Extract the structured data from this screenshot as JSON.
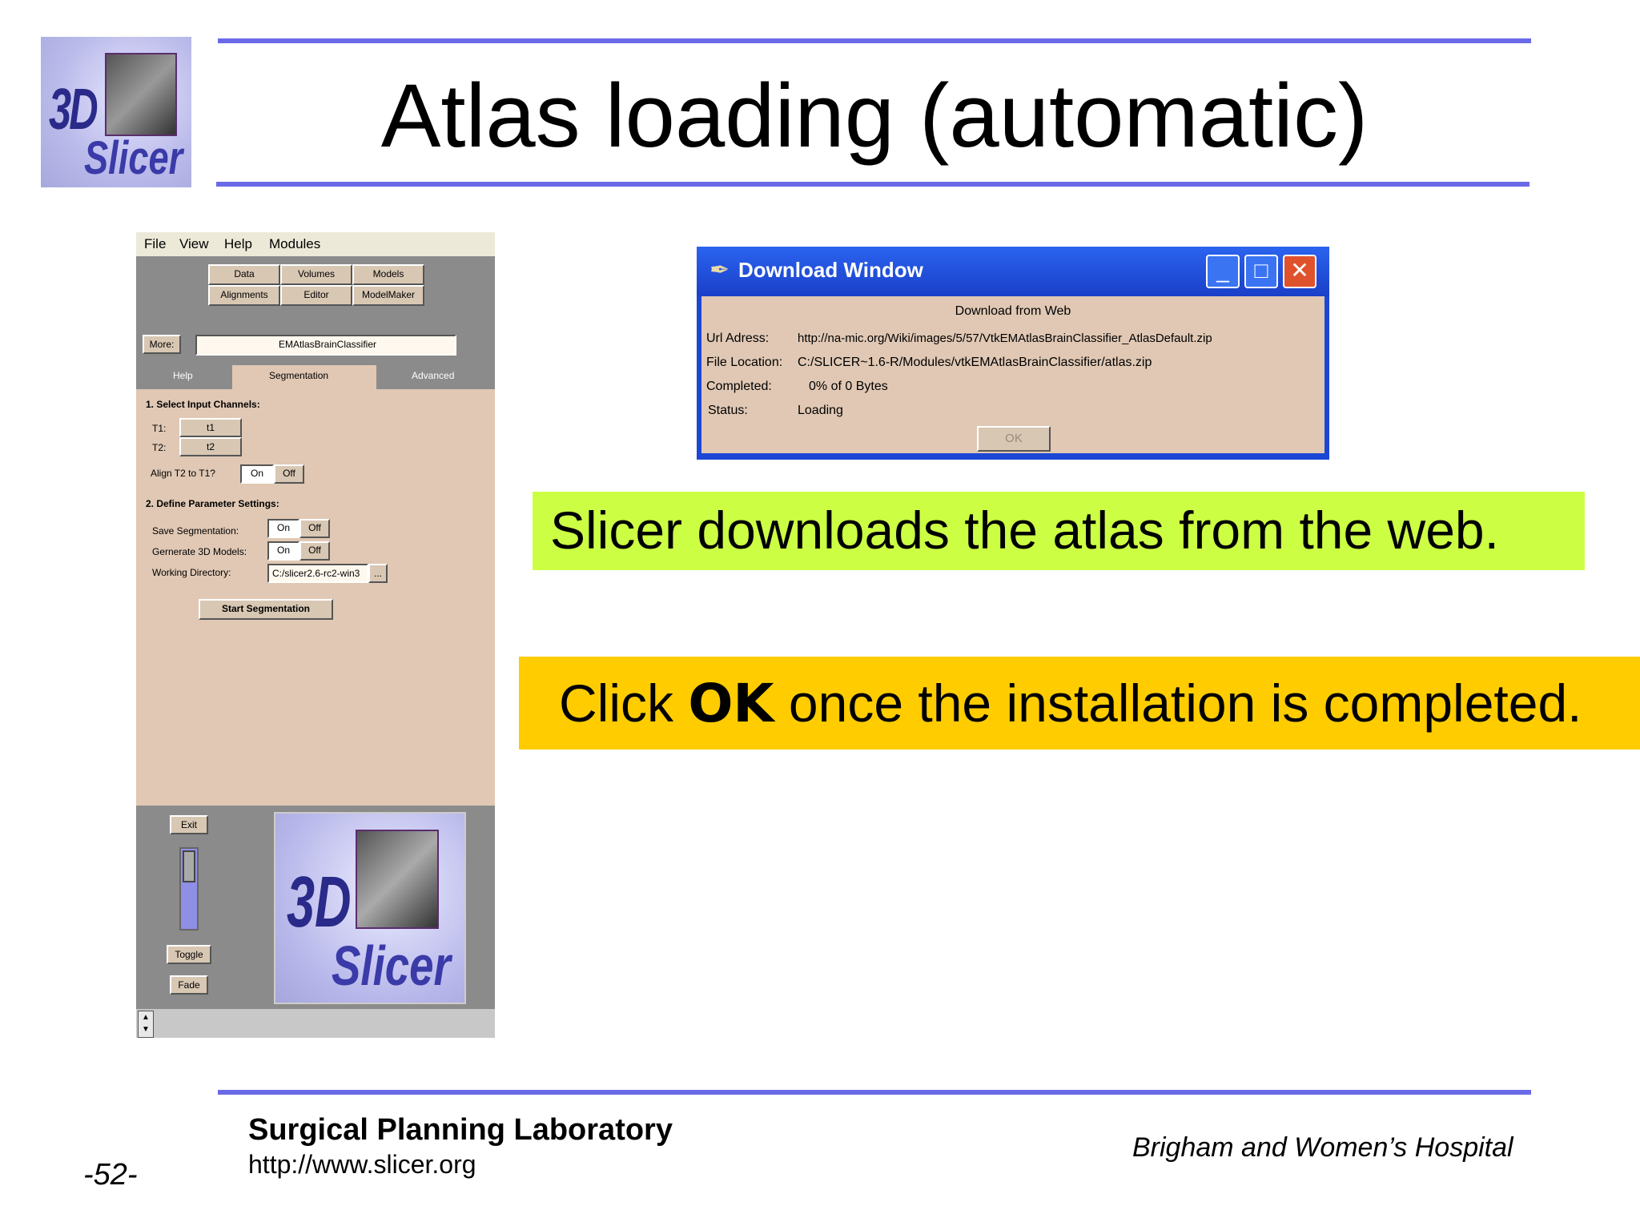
{
  "slide": {
    "title": "Atlas loading (automatic)",
    "page_number": "-52-",
    "logo": {
      "line1": "3D",
      "line2": "Slicer"
    },
    "colors": {
      "rule": "#6a6ae8",
      "green_callout": "#ccff44",
      "yellow_callout": "#ffcc00"
    }
  },
  "slicer": {
    "menu": [
      "File",
      "View",
      "Help",
      "Modules"
    ],
    "modules": [
      "Data",
      "Volumes",
      "Models",
      "Alignments",
      "Editor",
      "ModelMaker"
    ],
    "more_label": "More:",
    "module_field": "EMAtlasBrainClassifier",
    "tabs": [
      "Help",
      "Segmentation",
      "Advanced"
    ],
    "section1": "1. Select Input Channels:",
    "t1_label": "T1:",
    "t1_value": "t1",
    "t2_label": "T2:",
    "t2_value": "t2",
    "align_label": "Align T2 to T1?",
    "on": "On",
    "off": "Off",
    "section2": "2. Define Parameter Settings:",
    "save_seg_label": "Save Segmentation:",
    "gen3d_label": "Gernerate 3D Models:",
    "workdir_label": "Working Directory:",
    "workdir_value": "C:/slicer2.6-rc2-win3",
    "browse_label": "...",
    "start_button": "Start Segmentation",
    "exit_button": "Exit",
    "toggle_button": "Toggle",
    "fade_button": "Fade",
    "viewer_logo": {
      "line1": "3D",
      "line2": "Slicer"
    }
  },
  "download_window": {
    "title": "Download Window",
    "heading": "Download from Web",
    "url_label": "Url Adress:",
    "url_value": "http://na-mic.org/Wiki/images/5/57/VtkEMAtlasBrainClassifier_AtlasDefault.zip",
    "file_label": "File Location:",
    "file_value": "C:/SLICER~1.6-R/Modules/vtkEMAtlasBrainClassifier/atlas.zip",
    "completed_label": "Completed:",
    "completed_value": "0% of 0 Bytes",
    "status_label": "Status:",
    "status_value": "Loading",
    "ok_button": "OK"
  },
  "callouts": {
    "green": "Slicer downloads the atlas from the web.",
    "yellow_pre": "Click ",
    "yellow_bold": "OK",
    "yellow_post": " once the installation is completed."
  },
  "footer": {
    "lab": "Surgical Planning Laboratory",
    "url": "http://www.slicer.org",
    "hospital": "Brigham and Women’s Hospital"
  }
}
